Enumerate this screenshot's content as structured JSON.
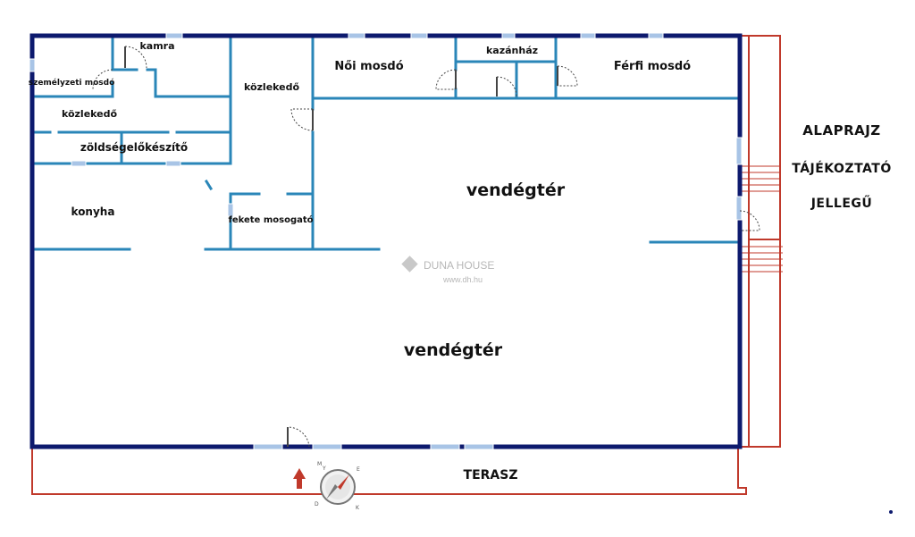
{
  "plan": {
    "colors": {
      "outer_wall": "#0d1a6e",
      "inner_wall": "#2a86b8",
      "window": "#a8c4e6",
      "terrace": "#c0392b",
      "door_arc": "#444444",
      "watermark": "#b7b7b7"
    },
    "rooms": {
      "kamra": "kamra",
      "szemelyzeti_mosdo": "személyzeti mosdó",
      "kozlekedo_left": "közlekedő",
      "kozlekedo_mid": "közlekedő",
      "noi_mosdo": "Női mosdó",
      "kazanhaz": "kazánház",
      "ferfi_mosdo": "Férfi mosdó",
      "zoldseg": "zöldségelőkészítő",
      "konyha": "konyha",
      "fekete_mosogato": "fekete mosogató",
      "vendegter_upper": "vendégtér",
      "vendegter_lower": "vendégtér",
      "terasz": "TERASZ"
    },
    "side_labels": [
      "ALAPRAJZ",
      "TÁJÉKOZTATÓ",
      "JELLEGŰ"
    ],
    "watermark": {
      "brand": "DUNA HOUSE",
      "url": "www.dh.hu"
    },
    "compass": {
      "letters": [
        "M",
        "Y",
        "E",
        "D",
        "K"
      ],
      "icon": "compass-icon",
      "arrow": "north-arrow-icon"
    }
  }
}
